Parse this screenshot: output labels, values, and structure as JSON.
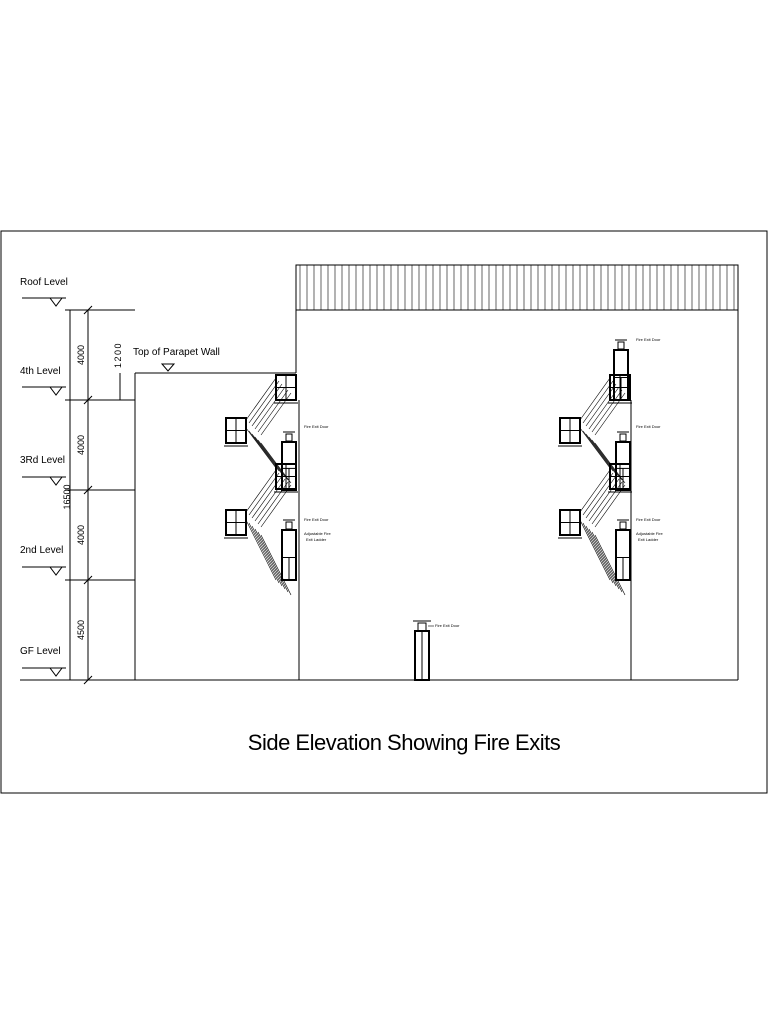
{
  "drawing": {
    "title": "Side Elevation Showing Fire Exits",
    "levels": [
      {
        "id": "roof",
        "label": "Roof Level"
      },
      {
        "id": "fourth",
        "label": "4th Level"
      },
      {
        "id": "third",
        "label": "3Rd Level"
      },
      {
        "id": "second",
        "label": "2nd Level"
      },
      {
        "id": "ground",
        "label": "GF Level"
      }
    ],
    "parapet_label": "Top of Parapet Wall",
    "dimensions": {
      "roof_to_4th": "4000",
      "parapet": "1200",
      "4th_to_3rd": "4000",
      "3rd_to_2nd": "4000",
      "2nd_to_gf": "4500",
      "total_height": "16500"
    },
    "callouts": {
      "fire_exit_door": "Fire Exit Door",
      "adjustable_ladder_line1": "Adjustable Fire",
      "adjustable_ladder_line2": "Exit Ladder"
    }
  }
}
